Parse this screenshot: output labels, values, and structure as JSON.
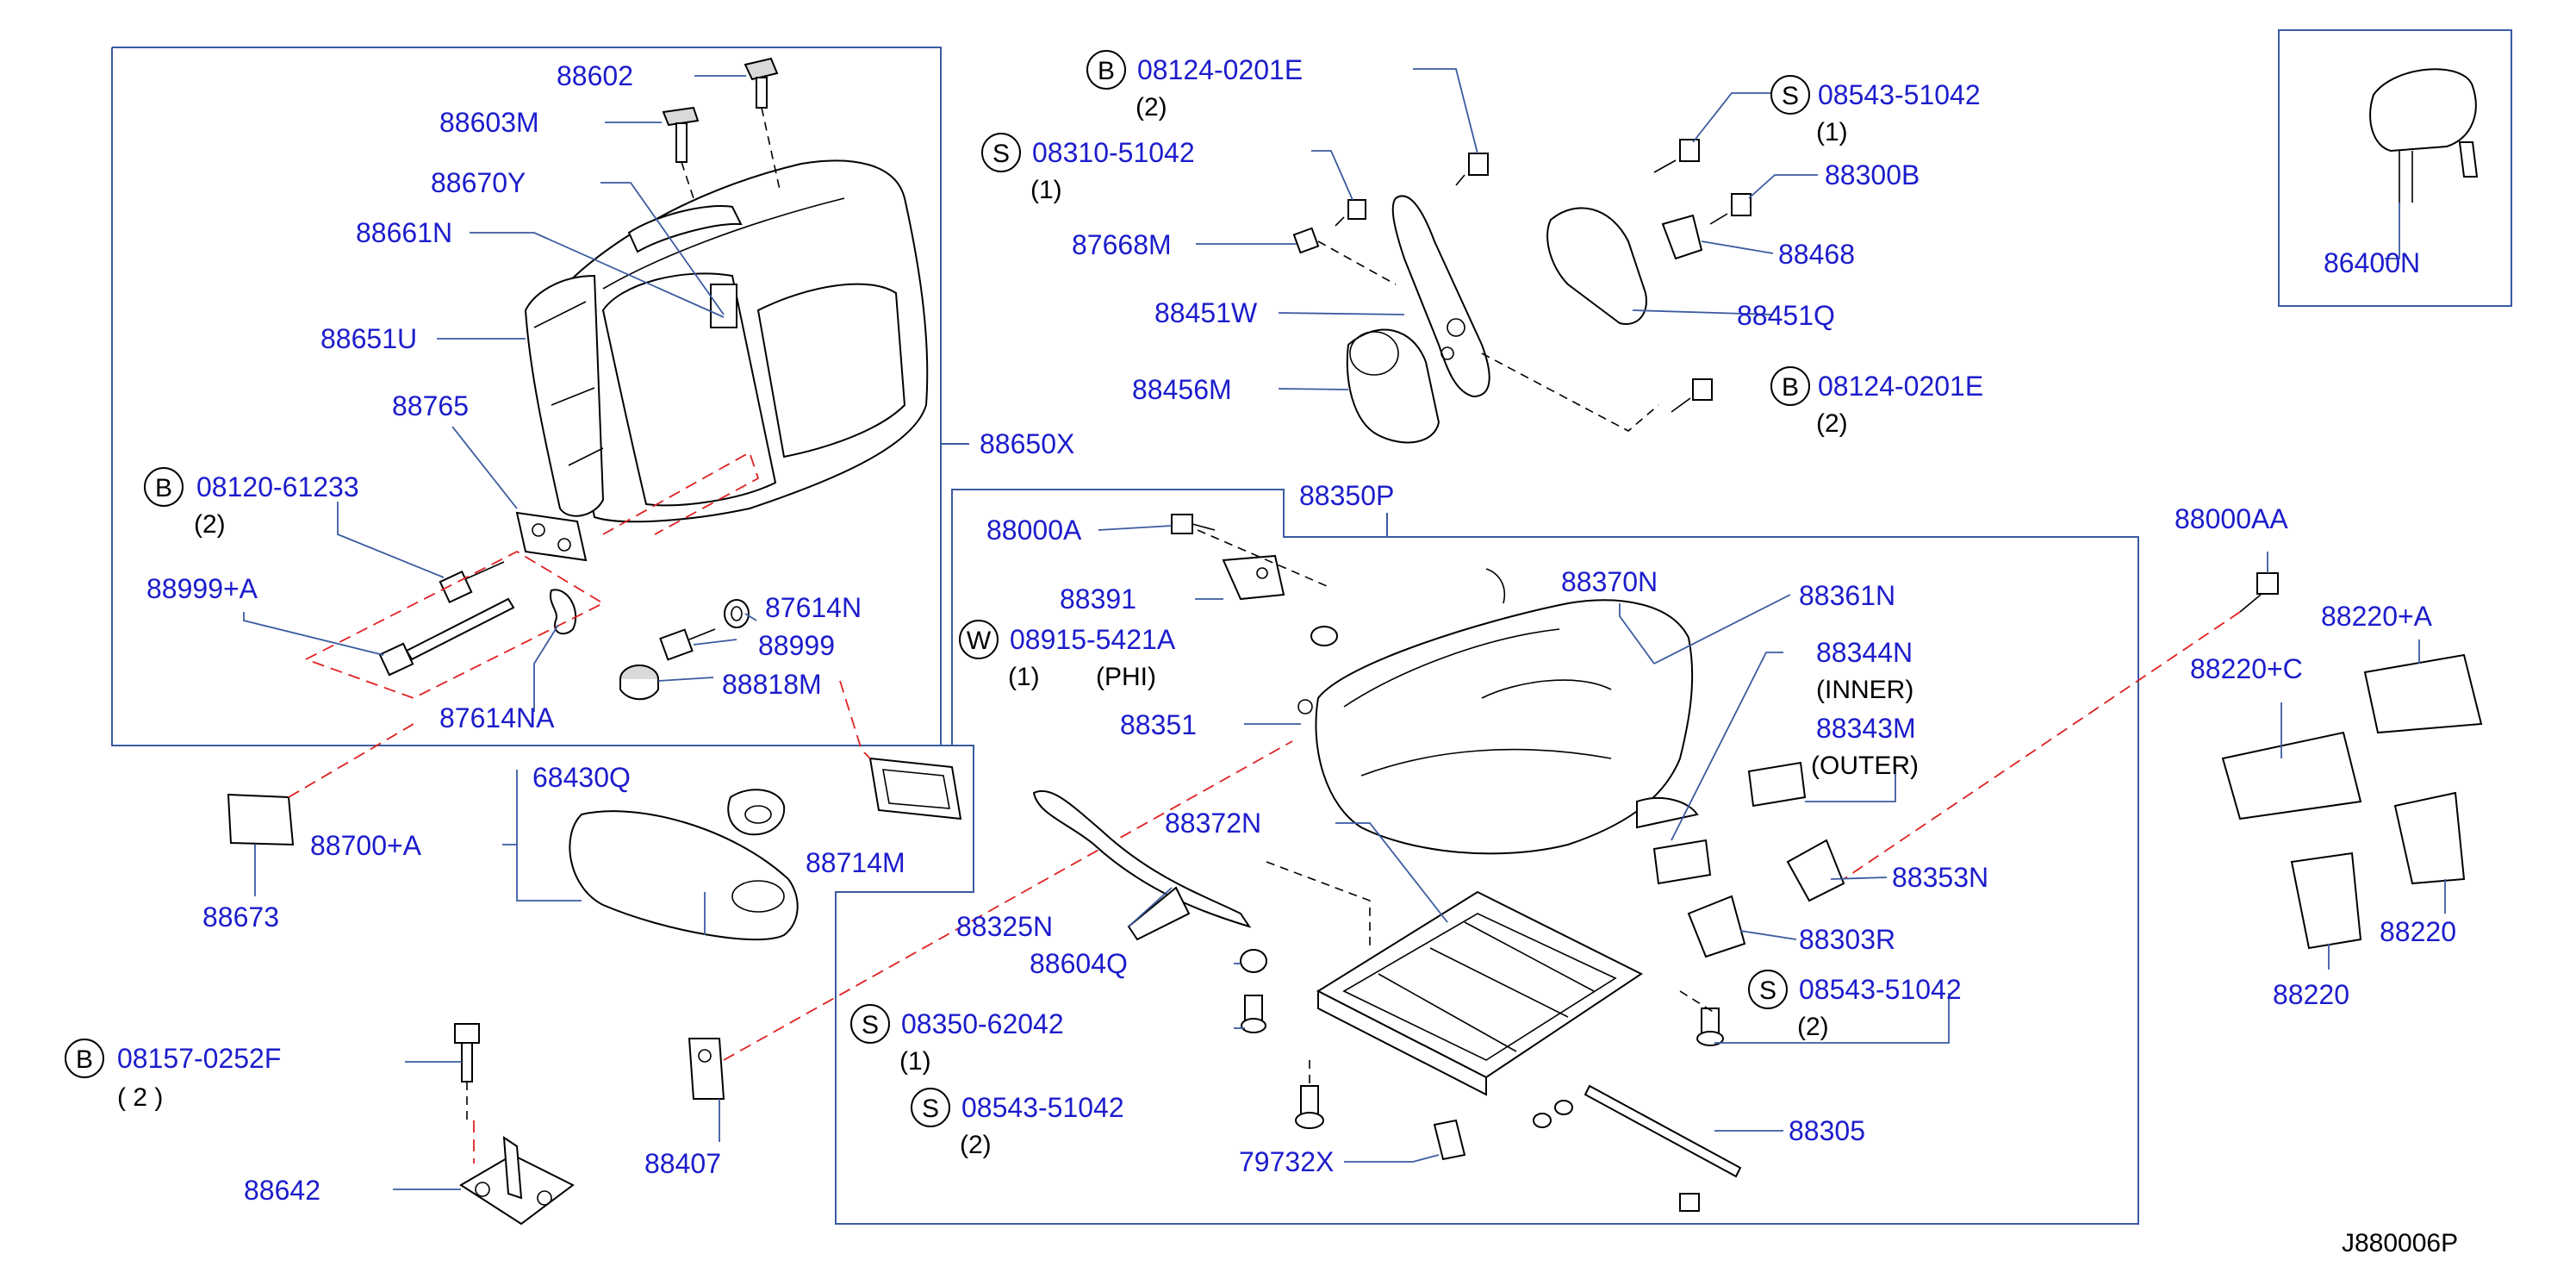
{
  "diagram_code": "J880006P",
  "colors": {
    "label": "#1c1ccc",
    "frame": "#3a5ba0",
    "leader": "#3a5ba0",
    "red_dash": "#e02020",
    "part_outline": "#000000"
  },
  "labels": {
    "p88602": "88602",
    "p88603M": "88603M",
    "p88670Y": "88670Y",
    "p88661N": "88661N",
    "p88651U": "88651U",
    "p88765": "88765",
    "p88650X": "88650X",
    "b08120": "08120-61233",
    "p88999A": "88999+A",
    "p87614N": "87614N",
    "p88999": "88999",
    "p88818M": "88818M",
    "p87614NA": "87614NA",
    "p68430Q": "68430Q",
    "p88700A": "88700+A",
    "p88714M": "88714M",
    "p88673": "88673",
    "b08157": "08157-0252F",
    "p88642": "88642",
    "p88407": "88407",
    "b08124a": "08124-0201E",
    "s08310": "08310-51042",
    "p87668M": "87668M",
    "p88451W": "88451W",
    "p88456M": "88456M",
    "s08543a": "08543-51042",
    "p88300B": "88300B",
    "p88468": "88468",
    "p88451Q": "88451Q",
    "b08124b": "08124-0201E",
    "p86400N": "86400N",
    "p88350P": "88350P",
    "p88000A": "88000A",
    "p88391": "88391",
    "w08915": "08915-5421A",
    "p88351": "88351",
    "p88370N": "88370N",
    "p88361N": "88361N",
    "p88344N": "88344N",
    "p88343M": "88343M",
    "p88372N": "88372N",
    "p88325N": "88325N",
    "p88604Q": "88604Q",
    "s08350": "08350-62042",
    "s08543b": "08543-51042",
    "p79732X": "79732X",
    "p88353N": "88353N",
    "p88303R": "88303R",
    "s08543c": "08543-51042",
    "p88305": "88305",
    "p88000AA": "88000AA",
    "p88220A": "88220+A",
    "p88220C": "88220+C",
    "p88220a": "88220",
    "p88220b": "88220"
  },
  "notes": {
    "q2_b08124a": "(2)",
    "q1_s08310": "(1)",
    "q1_s08543a": "(1)",
    "q2_b08124b": "(2)",
    "q2_b08120": "(2)",
    "q2_b08157": "(  2  )",
    "q1_w08915": "(1)",
    "phi": "(PHI)",
    "inner": "(INNER)",
    "outer": "(OUTER)",
    "q1_s08350": "(1)",
    "q2_s08543b": "(2)",
    "q2_s08543c": "(2)"
  },
  "symbols": {
    "bolt": "B",
    "screw": "S",
    "washer": "W"
  }
}
